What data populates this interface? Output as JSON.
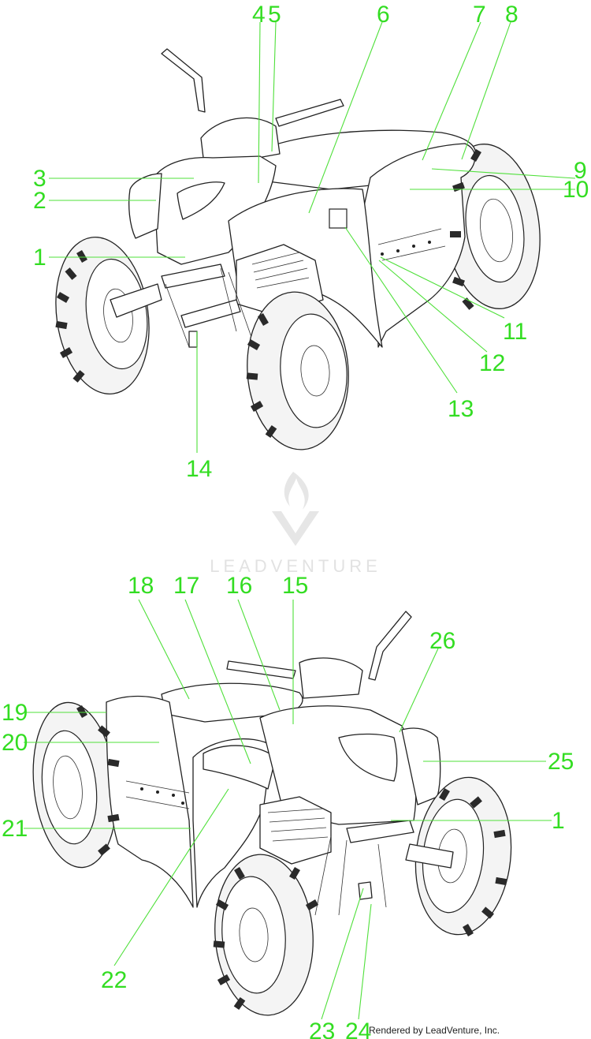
{
  "watermark": {
    "brand": "LEADVENTURE"
  },
  "credit": "Rendered by LeadVenture, Inc.",
  "colors": {
    "callout": "#33dd22",
    "line_art": "#222222",
    "watermark": "#e2e2e2"
  },
  "views": [
    {
      "name": "upper-view",
      "callouts": [
        "1",
        "2",
        "3",
        "4",
        "5",
        "6",
        "7",
        "8",
        "9",
        "10",
        "11",
        "12",
        "13",
        "14"
      ]
    },
    {
      "name": "lower-view",
      "callouts": [
        "15",
        "16",
        "17",
        "18",
        "19",
        "20",
        "21",
        "22",
        "23",
        "24",
        "25",
        "26",
        "1"
      ]
    }
  ]
}
